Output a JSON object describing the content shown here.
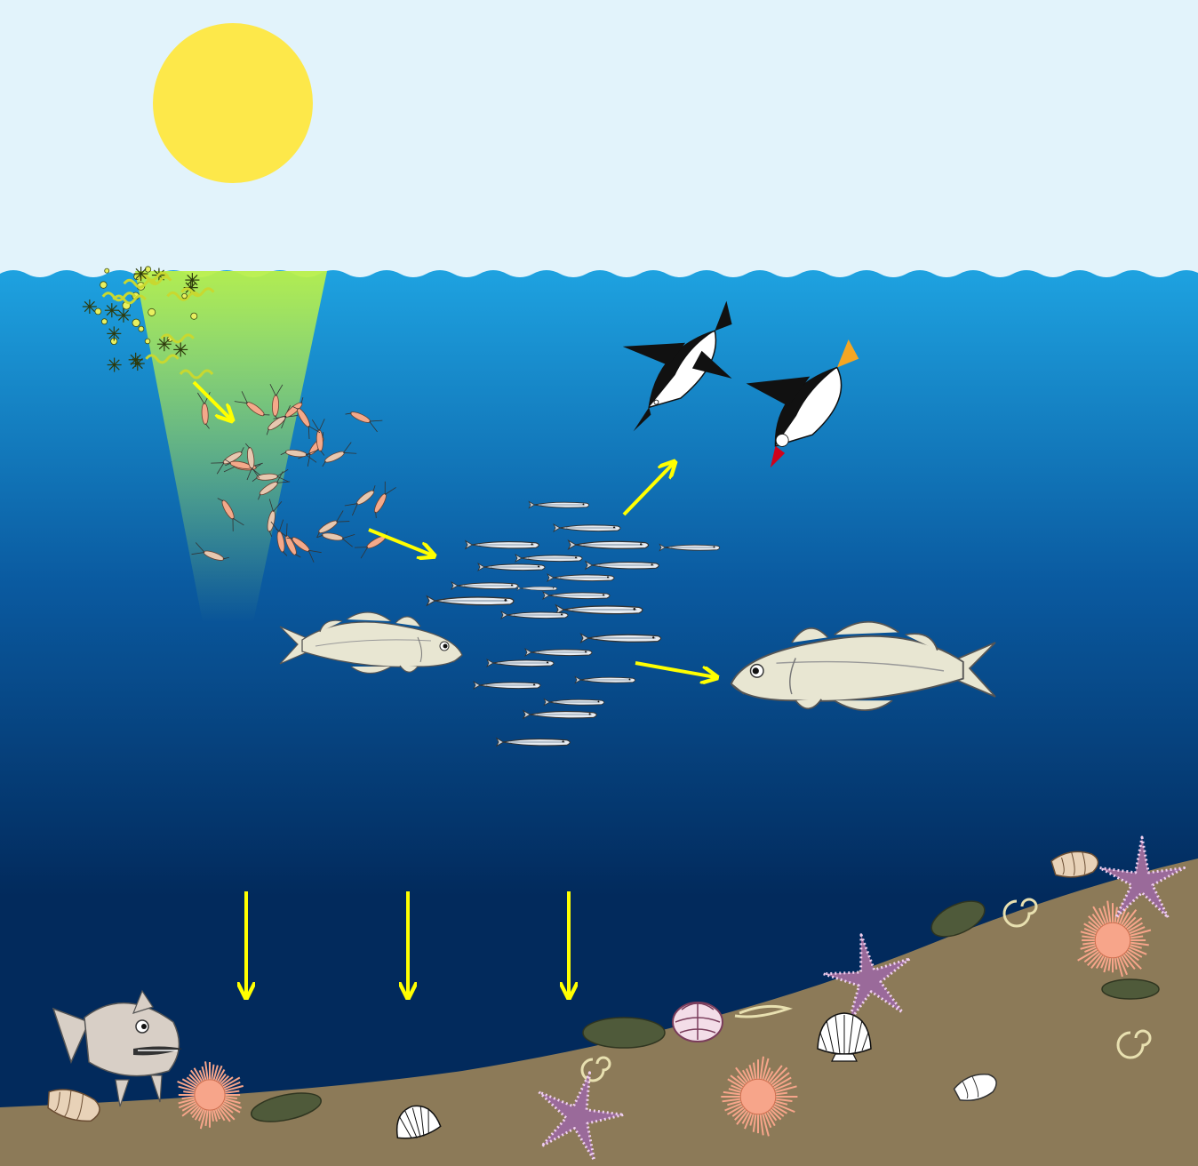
{
  "diagram": {
    "title": "",
    "colors": {
      "sky": "#e2f3fb",
      "sea_surface": "#1ea2e0",
      "sea_mid": "#0a5aa0",
      "sea_deep": "#022a5c",
      "seabed": "#8c7a58",
      "sun": "#fde84a",
      "light_beam": "#b9f04a",
      "arrow": "#ffff00",
      "fish_body": "#e8e6d2",
      "starfish": "#9a6a9a",
      "urchin": "#f7a58a",
      "sea_cucumber": "#4f5a3a"
    },
    "nodes": [
      {
        "id": "sun",
        "icon": "sun-icon"
      },
      {
        "id": "phytoplankton",
        "icon": "phytoplankton-icon"
      },
      {
        "id": "zooplankton",
        "icon": "krill-icon"
      },
      {
        "id": "sandeel-school",
        "icon": "small-fish-school-icon"
      },
      {
        "id": "seabirds",
        "icon": "diving-bird-icon",
        "count": 2
      },
      {
        "id": "cod-small",
        "icon": "cod-icon"
      },
      {
        "id": "cod-large",
        "icon": "cod-icon"
      },
      {
        "id": "benthos",
        "icon": "seafloor-animals-icon"
      }
    ],
    "edges": [
      {
        "from": "phytoplankton",
        "to": "zooplankton"
      },
      {
        "from": "zooplankton",
        "to": "sandeel-school"
      },
      {
        "from": "sandeel-school",
        "to": "seabirds"
      },
      {
        "from": "sandeel-school",
        "to": "cod-large"
      },
      {
        "from": "water-column",
        "to": "benthos",
        "count": 3
      }
    ],
    "benthos_items": [
      "sea-urchin-icon",
      "starfish-icon",
      "scallop-icon",
      "whelk-icon",
      "sea-cucumber-icon",
      "spiral-worm-icon",
      "monkfish-icon"
    ]
  }
}
